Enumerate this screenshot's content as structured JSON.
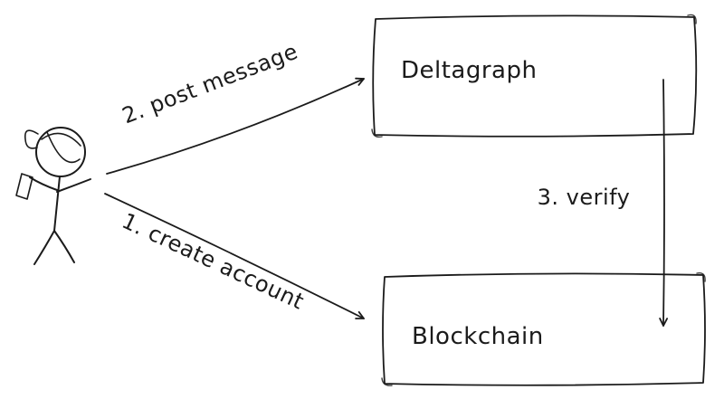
{
  "diagram": {
    "title": "",
    "actor": {
      "name": "user-stick-figure"
    },
    "nodes": [
      {
        "id": "deltagraph",
        "label": "Deltagraph"
      },
      {
        "id": "blockchain",
        "label": "Blockchain"
      }
    ],
    "edges": [
      {
        "id": "create-account",
        "label": "1. create account",
        "from": "user",
        "to": "blockchain"
      },
      {
        "id": "post-message",
        "label": "2. post message",
        "from": "user",
        "to": "deltagraph"
      },
      {
        "id": "verify",
        "label": "3. verify",
        "from": "deltagraph",
        "to": "blockchain"
      }
    ],
    "colors": {
      "stroke": "#1b1b1b",
      "background": "#ffffff"
    }
  }
}
